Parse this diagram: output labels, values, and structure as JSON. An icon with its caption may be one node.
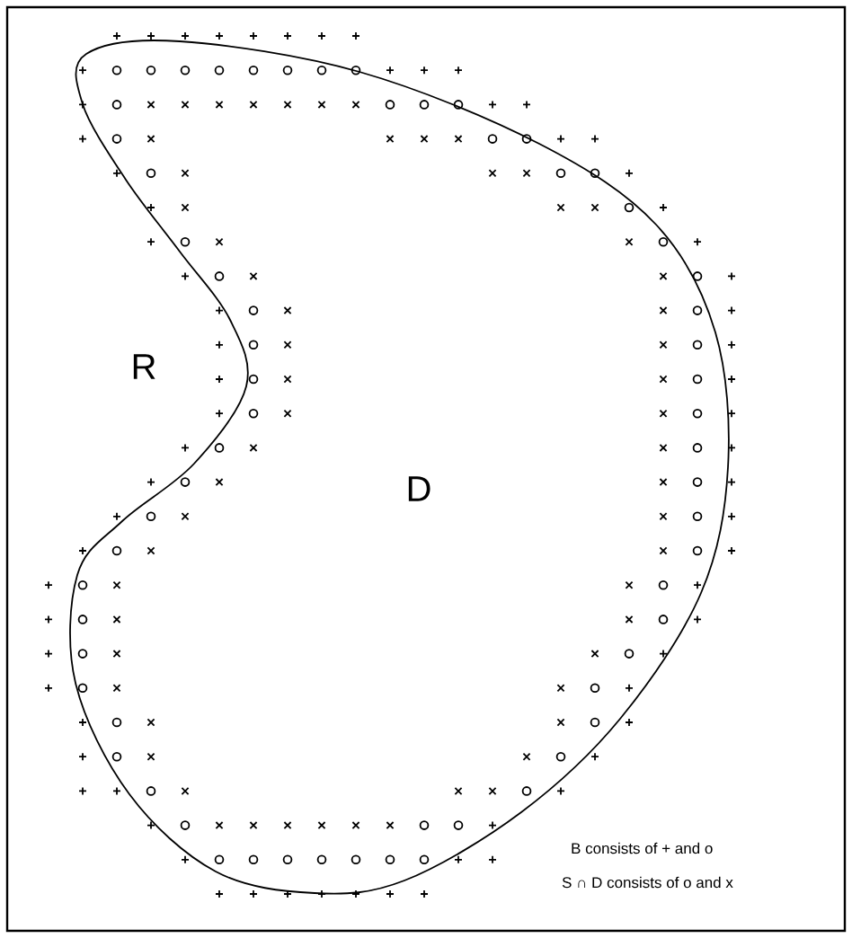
{
  "diagram": {
    "labels": [
      "R",
      "D",
      "B consists of  +  and o",
      "S ∩ D consists of o and x"
    ]
  }
}
